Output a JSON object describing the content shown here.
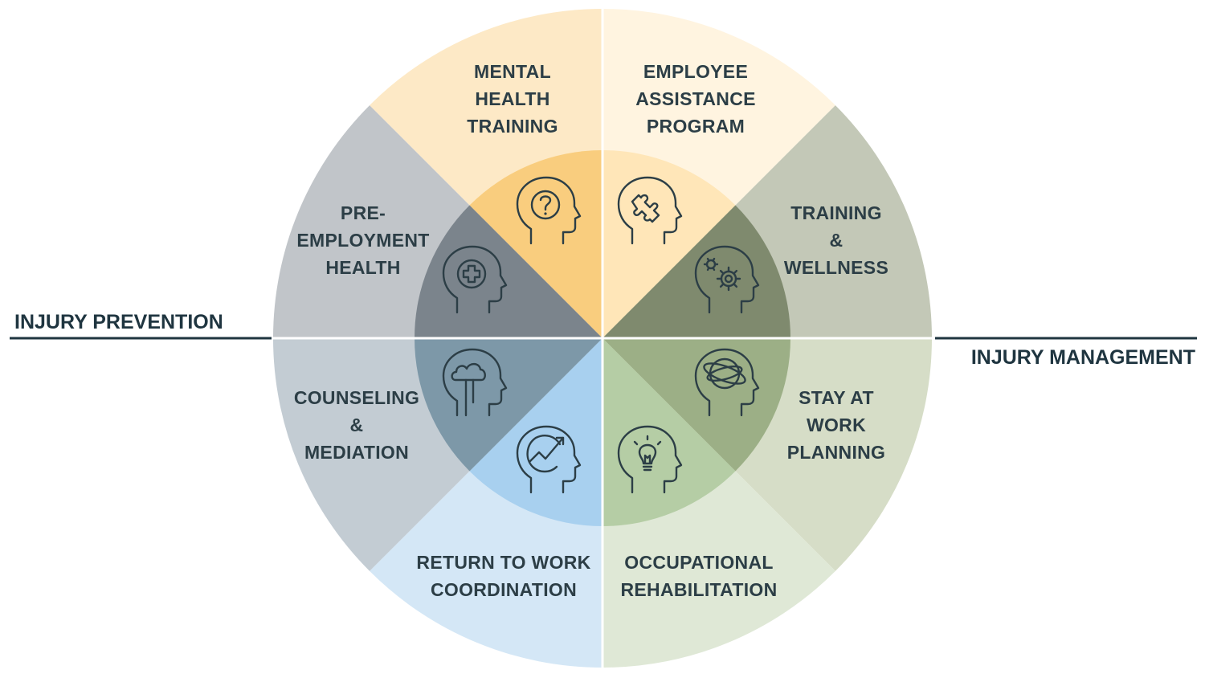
{
  "side_labels": {
    "left": "INJURY PREVENTION",
    "right": "INJURY MANAGEMENT"
  },
  "segments": [
    {
      "id": "mental-health-training",
      "lines": [
        "MENTAL",
        "HEALTH",
        "TRAINING"
      ],
      "icon": "head-question-icon",
      "outer_color": "#fde9c6",
      "inner_color": "#f9cd7e"
    },
    {
      "id": "employee-assistance-program",
      "lines": [
        "EMPLOYEE",
        "ASSISTANCE",
        "PROGRAM"
      ],
      "icon": "head-puzzle-icon",
      "outer_color": "#fff4e0",
      "inner_color": "#ffe6b8"
    },
    {
      "id": "training-wellness",
      "lines": [
        "TRAINING",
        "&",
        "WELLNESS"
      ],
      "icon": "head-gears-icon",
      "outer_color": "#c3c8b7",
      "inner_color": "#7f8a6e"
    },
    {
      "id": "stay-at-work-planning",
      "lines": [
        "STAY AT",
        "WORK",
        "PLANNING"
      ],
      "icon": "head-orbit-icon",
      "outer_color": "#d6ddc7",
      "inner_color": "#9caf86"
    },
    {
      "id": "occupational-rehabilitation",
      "lines": [
        "OCCUPATIONAL",
        "REHABILITATION"
      ],
      "icon": "head-lightbulb-icon",
      "outer_color": "#dfe8d6",
      "inner_color": "#b5cda5"
    },
    {
      "id": "return-to-work-coordination",
      "lines": [
        "RETURN TO WORK",
        "COORDINATION"
      ],
      "icon": "head-growth-icon",
      "outer_color": "#d4e7f6",
      "inner_color": "#a8d0ef"
    },
    {
      "id": "counseling-mediation",
      "lines": [
        "COUNSELING",
        "&",
        "MEDIATION"
      ],
      "icon": "head-cloud-icon",
      "outer_color": "#c3ccd3",
      "inner_color": "#7d98a8"
    },
    {
      "id": "pre-employment-health",
      "lines": [
        "PRE-",
        "EMPLOYMENT",
        "HEALTH"
      ],
      "icon": "head-medical-cross-icon",
      "outer_color": "#c1c5c9",
      "inner_color": "#7b848c"
    }
  ]
}
